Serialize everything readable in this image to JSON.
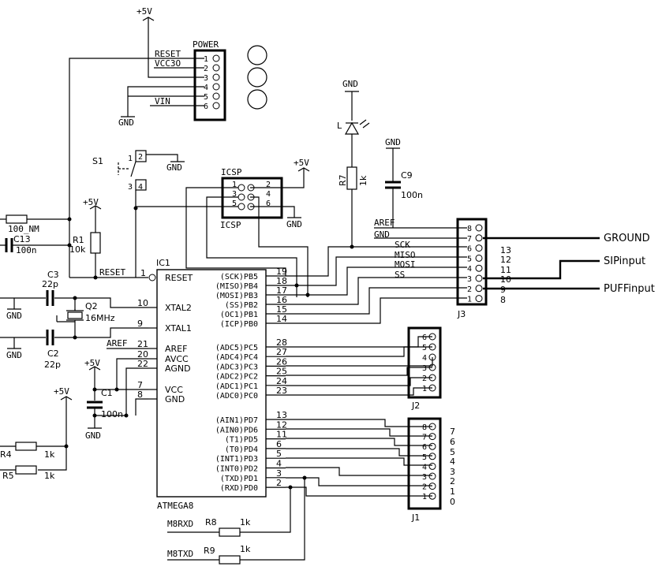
{
  "power_header": {
    "title": "POWER",
    "pins": [
      "1",
      "2",
      "3",
      "4",
      "5",
      "6"
    ],
    "signals": [
      "RESET",
      "VCC3O",
      "",
      "",
      "",
      "VIN"
    ],
    "supply": "+5V",
    "ground": "GND"
  },
  "icsp": {
    "title_top": "ICSP",
    "title_bottom": "ICSP",
    "pins_left": [
      "1",
      "3",
      "5"
    ],
    "pins_right": [
      "2",
      "4",
      "6"
    ],
    "supply": "+5V",
    "ground": "GND"
  },
  "switch": {
    "ref": "S1",
    "pins": [
      "1",
      "2",
      "3",
      "4"
    ],
    "ground": "GND"
  },
  "led": {
    "ref": "L",
    "ground": "GND"
  },
  "r7": {
    "ref": "R7",
    "value": "1k"
  },
  "c9": {
    "ref": "C9",
    "value": "100n",
    "ground": "GND"
  },
  "reset_net": {
    "r_left_value": "100_NM",
    "c13_ref": "C13",
    "c13_value": "100n",
    "r1_ref": "R1",
    "r1_value": "10k",
    "supply": "+5V",
    "net": "RESET"
  },
  "crystal": {
    "q_ref": "Q2",
    "q_value": "16MHz",
    "c3_ref": "C3",
    "c3_value": "22p",
    "c2_ref": "C2",
    "c2_value": "22p",
    "ground1": "GND",
    "ground2": "GND",
    "ground3": "GND"
  },
  "aref_label": "AREF",
  "c1": {
    "ref": "C1",
    "value": "100n",
    "supply": "+5V",
    "ground": "GND"
  },
  "ic1": {
    "ref": "IC1",
    "part": "ATMEGA8",
    "left_pins": [
      {
        "name": "RESET",
        "num": "1"
      },
      {
        "name": "XTAL2",
        "num": "10"
      },
      {
        "name": "XTAL1",
        "num": "9"
      },
      {
        "name": "AREF",
        "num": "21"
      },
      {
        "name": "AVCC",
        "num": "20"
      },
      {
        "name": "AGND",
        "num": "22"
      },
      {
        "name": "VCC",
        "num": "7"
      },
      {
        "name": "GND",
        "num": "8"
      }
    ],
    "right_pins": [
      {
        "name": "(SCK)PB5",
        "num": "19"
      },
      {
        "name": "(MISO)PB4",
        "num": "18"
      },
      {
        "name": "(MOSI)PB3",
        "num": "17"
      },
      {
        "name": "(SS)PB2",
        "num": "16"
      },
      {
        "name": "(OC1)PB1",
        "num": "15"
      },
      {
        "name": "(ICP)PB0",
        "num": "14"
      },
      {
        "name": "(ADC5)PC5",
        "num": "28"
      },
      {
        "name": "(ADC4)PC4",
        "num": "27"
      },
      {
        "name": "(ADC3)PC3",
        "num": "26"
      },
      {
        "name": "(ADC2)PC2",
        "num": "25"
      },
      {
        "name": "(ADC1)PC1",
        "num": "24"
      },
      {
        "name": "(ADC0)PC0",
        "num": "23"
      },
      {
        "name": "(AIN1)PD7",
        "num": "13"
      },
      {
        "name": "(AIN0)PD6",
        "num": "12"
      },
      {
        "name": "(T1)PD5",
        "num": "11"
      },
      {
        "name": "(T0)PD4",
        "num": "6"
      },
      {
        "name": "(INT1)PD3",
        "num": "5"
      },
      {
        "name": "(INT0)PD2",
        "num": "4"
      },
      {
        "name": "(TXD)PD1",
        "num": "3"
      },
      {
        "name": "(RXD)PD0",
        "num": "2"
      }
    ]
  },
  "j3": {
    "ref": "J3",
    "pins": [
      "8",
      "7",
      "6",
      "5",
      "4",
      "3",
      "2",
      "1"
    ],
    "signals": [
      "AREF",
      "GND",
      "SCK",
      "MISO",
      "MOSI",
      "SS"
    ],
    "arduino_pins": [
      "13",
      "12",
      "11",
      "10",
      "9",
      "8"
    ],
    "nets": [
      "GROUND",
      "SIPinput",
      "PUFFinput"
    ]
  },
  "j2": {
    "ref": "J2",
    "pins": [
      "6",
      "5",
      "4",
      "3",
      "2",
      "1"
    ]
  },
  "j1": {
    "ref": "J1",
    "pins": [
      "8",
      "7",
      "6",
      "5",
      "4",
      "3",
      "2",
      "1"
    ],
    "arduino_pins": [
      "7",
      "6",
      "5",
      "4",
      "3",
      "2",
      "1",
      "0"
    ]
  },
  "bottom_left": {
    "supply": "+5V",
    "r4_ref": "R4",
    "r4_value": "1k",
    "r5_ref": "R5",
    "r5_value": "1k"
  },
  "serial": {
    "rx_label": "M8RXD",
    "r8_ref": "R8",
    "r8_value": "1k",
    "tx_label": "M8TXD",
    "r9_ref": "R9",
    "r9_value": "1k"
  }
}
